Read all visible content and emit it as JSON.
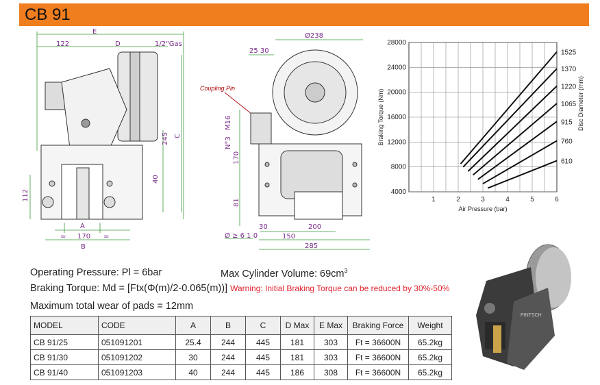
{
  "header": {
    "title": "CB 91"
  },
  "drawing_left": {
    "labels": {
      "E": "E",
      "d122": "122",
      "D": "D",
      "gas": "1/2\"Gas",
      "c245": "245",
      "C": "C",
      "c40": "40",
      "c112": "112",
      "A": "A",
      "c170": "170",
      "B": "B",
      "eq1": "=",
      "eq2": "="
    }
  },
  "drawing_mid": {
    "labels": {
      "dia": "Ø238",
      "d2530": "25 30",
      "pin": "Coupling Pin",
      "m16": "M16",
      "n3": "N°3",
      "d170": "170",
      "d81": "81",
      "d30": "30",
      "d200": "200",
      "disc": "Ø ≥ 6 1 0",
      "d150": "150",
      "d285": "285"
    }
  },
  "chart_data": {
    "type": "line",
    "xlabel": "Air Pressure (bar)",
    "ylabel": "Braking Torque (Nm)",
    "y2label": "Disc Diameter (mm)",
    "xlim": [
      0,
      6
    ],
    "ylim": [
      4000,
      28000
    ],
    "x_ticks": [
      1,
      2,
      3,
      4,
      5,
      6
    ],
    "y_ticks": [
      4000,
      8000,
      12000,
      16000,
      20000,
      24000,
      28000
    ],
    "grid": true,
    "series": [
      {
        "name": "1525",
        "points": [
          [
            2.1,
            8500
          ],
          [
            6,
            26500
          ]
        ]
      },
      {
        "name": "1370",
        "points": [
          [
            2.2,
            8000
          ],
          [
            6,
            23800
          ]
        ]
      },
      {
        "name": "1220",
        "points": [
          [
            2.4,
            7300
          ],
          [
            6,
            21000
          ]
        ]
      },
      {
        "name": "1065",
        "points": [
          [
            2.6,
            6700
          ],
          [
            6,
            18200
          ]
        ]
      },
      {
        "name": "915",
        "points": [
          [
            2.8,
            6000
          ],
          [
            6,
            15300
          ]
        ]
      },
      {
        "name": "760",
        "points": [
          [
            3.0,
            5300
          ],
          [
            6,
            12200
          ]
        ]
      },
      {
        "name": "610",
        "points": [
          [
            3.2,
            4600
          ],
          [
            6,
            9000
          ]
        ]
      }
    ]
  },
  "specs": {
    "operating_pressure": "Operating Pressure: Pl = 6bar",
    "max_cylinder_volume": "Max Cylinder Volume: 69cm",
    "volume_sup": "3",
    "braking_torque": "Braking Torque: Md = [Ftx(Φ(m)/2-0.065(m))]",
    "warning": "Warning: Initial Braking Torque can be reduced by 30%-50%",
    "max_wear": "Maximum total wear of pads = 12mm"
  },
  "table": {
    "headers": [
      "MODEL",
      "CODE",
      "A",
      "B",
      "C",
      "D Max",
      "E Max",
      "Braking Force",
      "Weight"
    ],
    "rows": [
      [
        "CB 91/25",
        "051091201",
        "25.4",
        "244",
        "445",
        "181",
        "303",
        "Ft = 36600N",
        "65.2kg"
      ],
      [
        "CB 91/30",
        "051091202",
        "30",
        "244",
        "445",
        "181",
        "303",
        "Ft = 36600N",
        "65.2kg"
      ],
      [
        "CB 91/40",
        "051091203",
        "40",
        "244",
        "445",
        "186",
        "308",
        "Ft = 36600N",
        "65.2kg"
      ]
    ]
  },
  "photo": {
    "brand": "PINTSCH"
  }
}
